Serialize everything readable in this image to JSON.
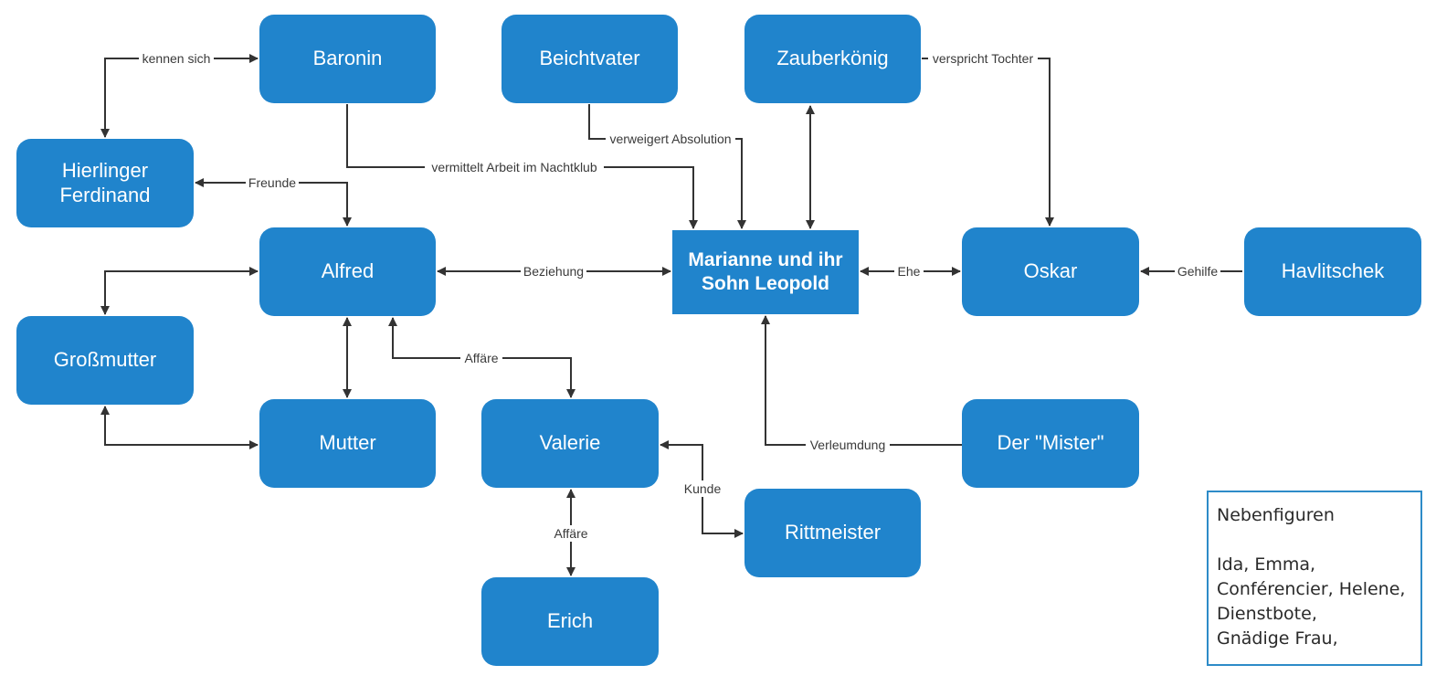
{
  "colors": {
    "node_fill": "#2084cc",
    "node_text": "#ffffff",
    "edge": "#333333",
    "note_border": "#2d8bc8"
  },
  "nodes": {
    "baronin": "Baronin",
    "beichtvater": "Beichtvater",
    "zauberkoenig": "Zauberkönig",
    "hierlinger": "Hierlinger\nFerdinand",
    "alfred": "Alfred",
    "marianne": "Marianne und ihr\nSohn Leopold",
    "oskar": "Oskar",
    "havlitschek": "Havlitschek",
    "grossmutter": "Großmutter",
    "mutter": "Mutter",
    "valerie": "Valerie",
    "mister": "Der \"Mister\"",
    "rittmeister": "Rittmeister",
    "erich": "Erich"
  },
  "edges": [
    {
      "from": "hierlinger",
      "to": "baronin",
      "label": "kennen sich",
      "arrows": "both"
    },
    {
      "from": "baronin",
      "to": "marianne",
      "label": "vermittelt Arbeit im Nachtklub",
      "arrows": "end"
    },
    {
      "from": "beichtvater",
      "to": "marianne",
      "label": "verweigert Absolution",
      "arrows": "end"
    },
    {
      "from": "zauberkoenig",
      "to": "marianne",
      "label": "",
      "arrows": "both"
    },
    {
      "from": "zauberkoenig",
      "to": "oskar",
      "label": "verspricht Tochter",
      "arrows": "end"
    },
    {
      "from": "hierlinger",
      "to": "alfred",
      "label": "Freunde",
      "arrows": "both"
    },
    {
      "from": "alfred",
      "to": "marianne",
      "label": "Beziehung",
      "arrows": "both"
    },
    {
      "from": "marianne",
      "to": "oskar",
      "label": "Ehe",
      "arrows": "both"
    },
    {
      "from": "havlitschek",
      "to": "oskar",
      "label": "Gehilfe",
      "arrows": "end"
    },
    {
      "from": "alfred",
      "to": "grossmutter",
      "label": "",
      "arrows": "both"
    },
    {
      "from": "alfred",
      "to": "mutter",
      "label": "",
      "arrows": "both"
    },
    {
      "from": "alfred",
      "to": "valerie",
      "label": "Affäre",
      "arrows": "both"
    },
    {
      "from": "grossmutter",
      "to": "mutter",
      "label": "",
      "arrows": "both"
    },
    {
      "from": "mister",
      "to": "marianne",
      "label": "Verleumdung",
      "arrows": "end"
    },
    {
      "from": "valerie",
      "to": "rittmeister",
      "label": "Kunde",
      "arrows": "both"
    },
    {
      "from": "valerie",
      "to": "erich",
      "label": "Affäre",
      "arrows": "both"
    }
  ],
  "side_characters": {
    "title": "Nebenfiguren",
    "lines": [
      "Ida, Emma,",
      "Conférencier, Helene,",
      "Dienstbote,",
      "Gnädige Frau,"
    ]
  }
}
